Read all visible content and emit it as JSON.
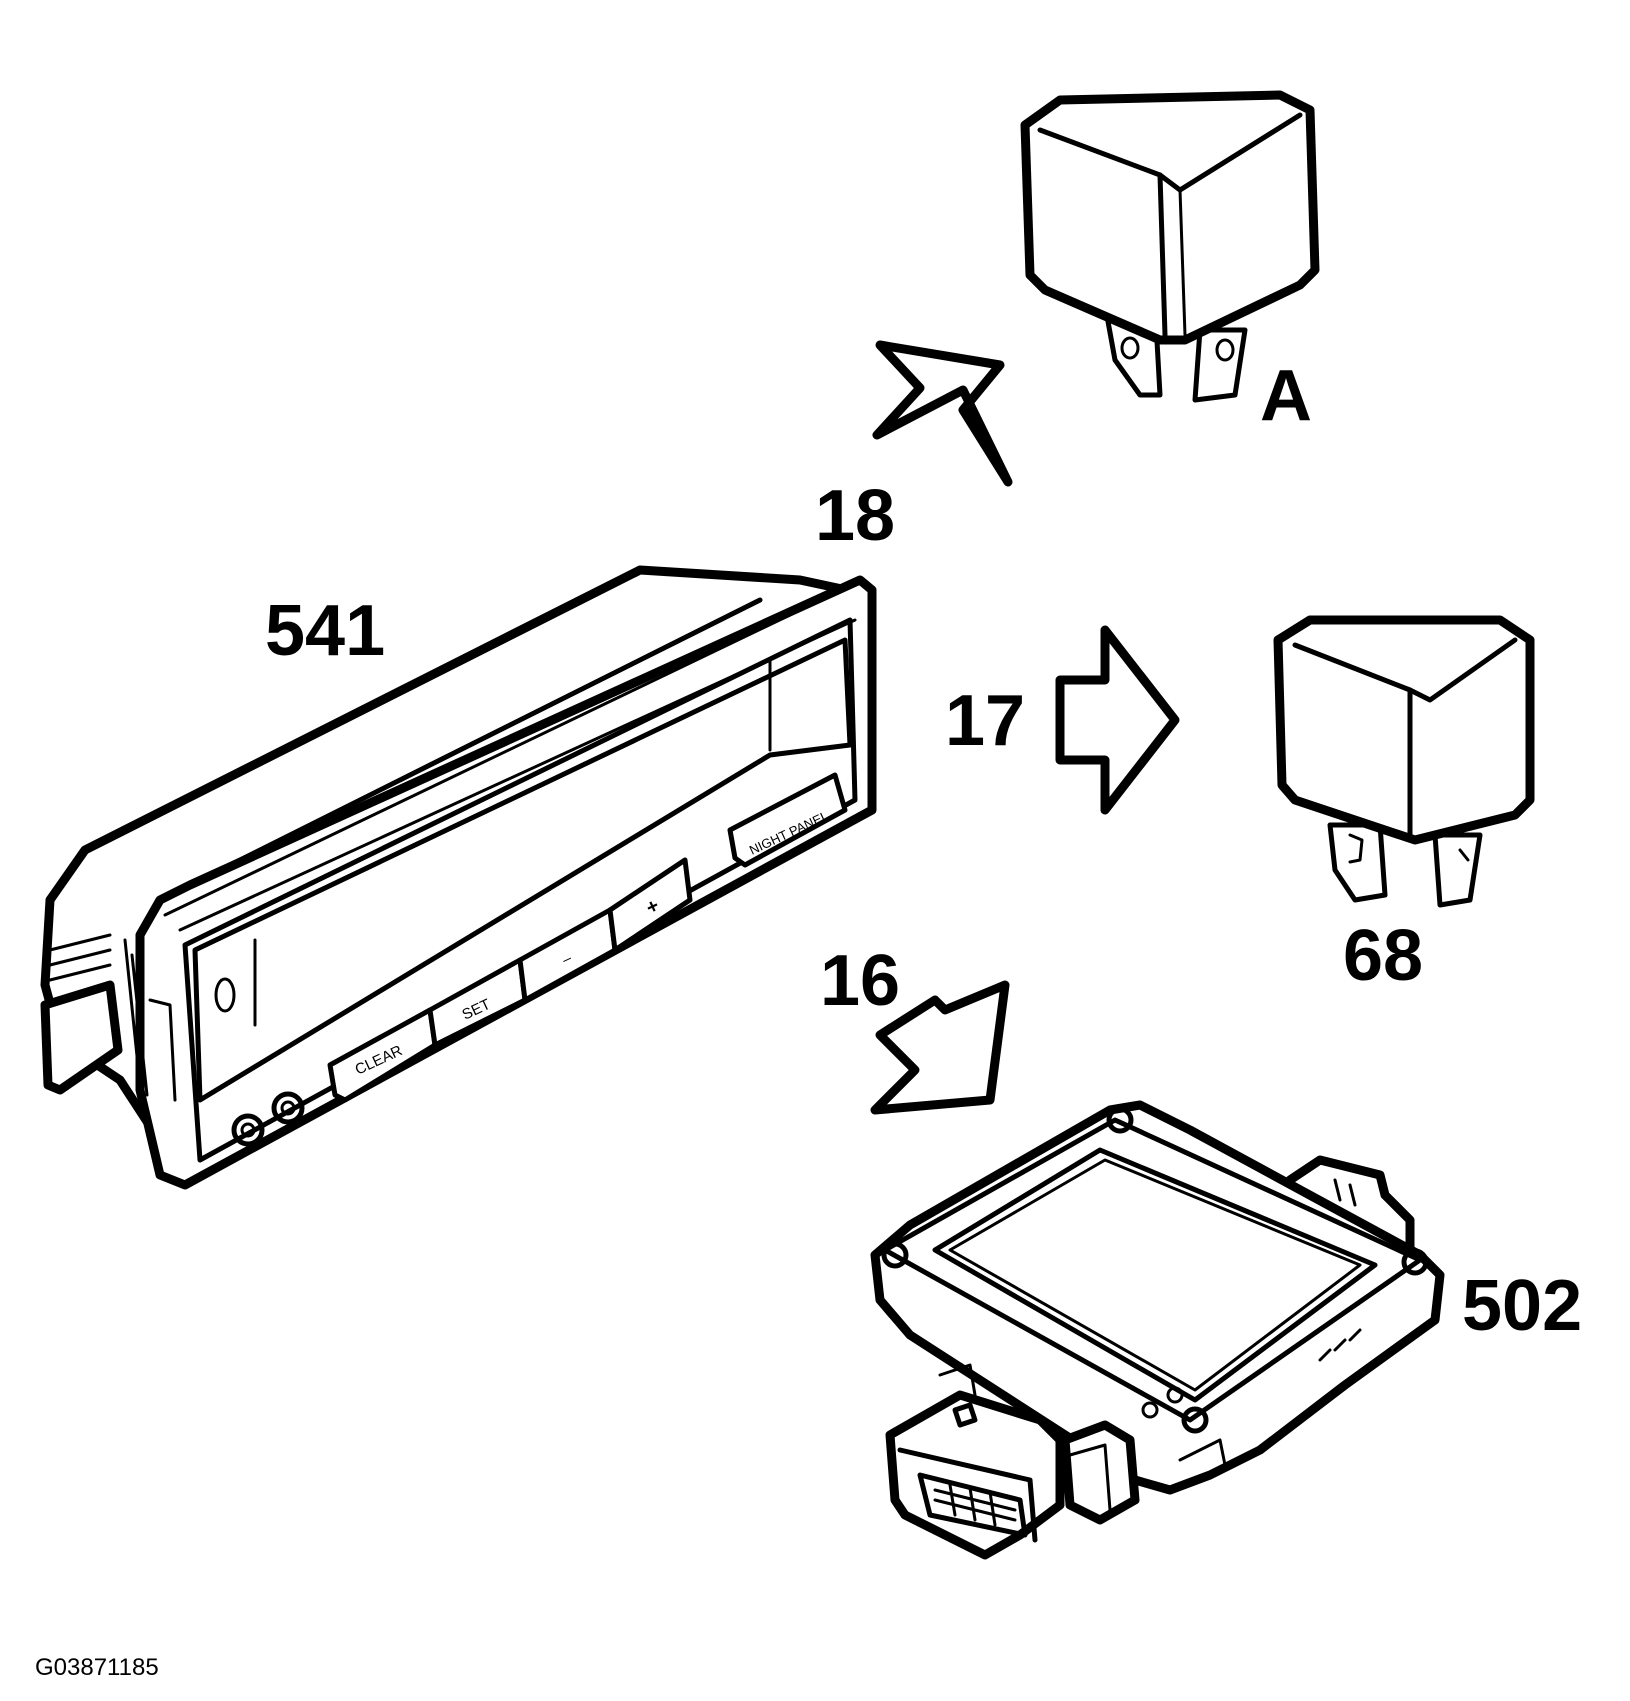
{
  "labels": {
    "panel": "541",
    "relay_a": "A",
    "relay_68": "68",
    "module": "502",
    "arrow_18": "18",
    "arrow_17": "17",
    "arrow_16": "16",
    "figure_ref": "G03871185"
  },
  "panel_buttons": {
    "clear": "CLEAR",
    "set": "SET",
    "minus": "–",
    "plus": "+",
    "night_panel": "NIGHT PANEL"
  }
}
